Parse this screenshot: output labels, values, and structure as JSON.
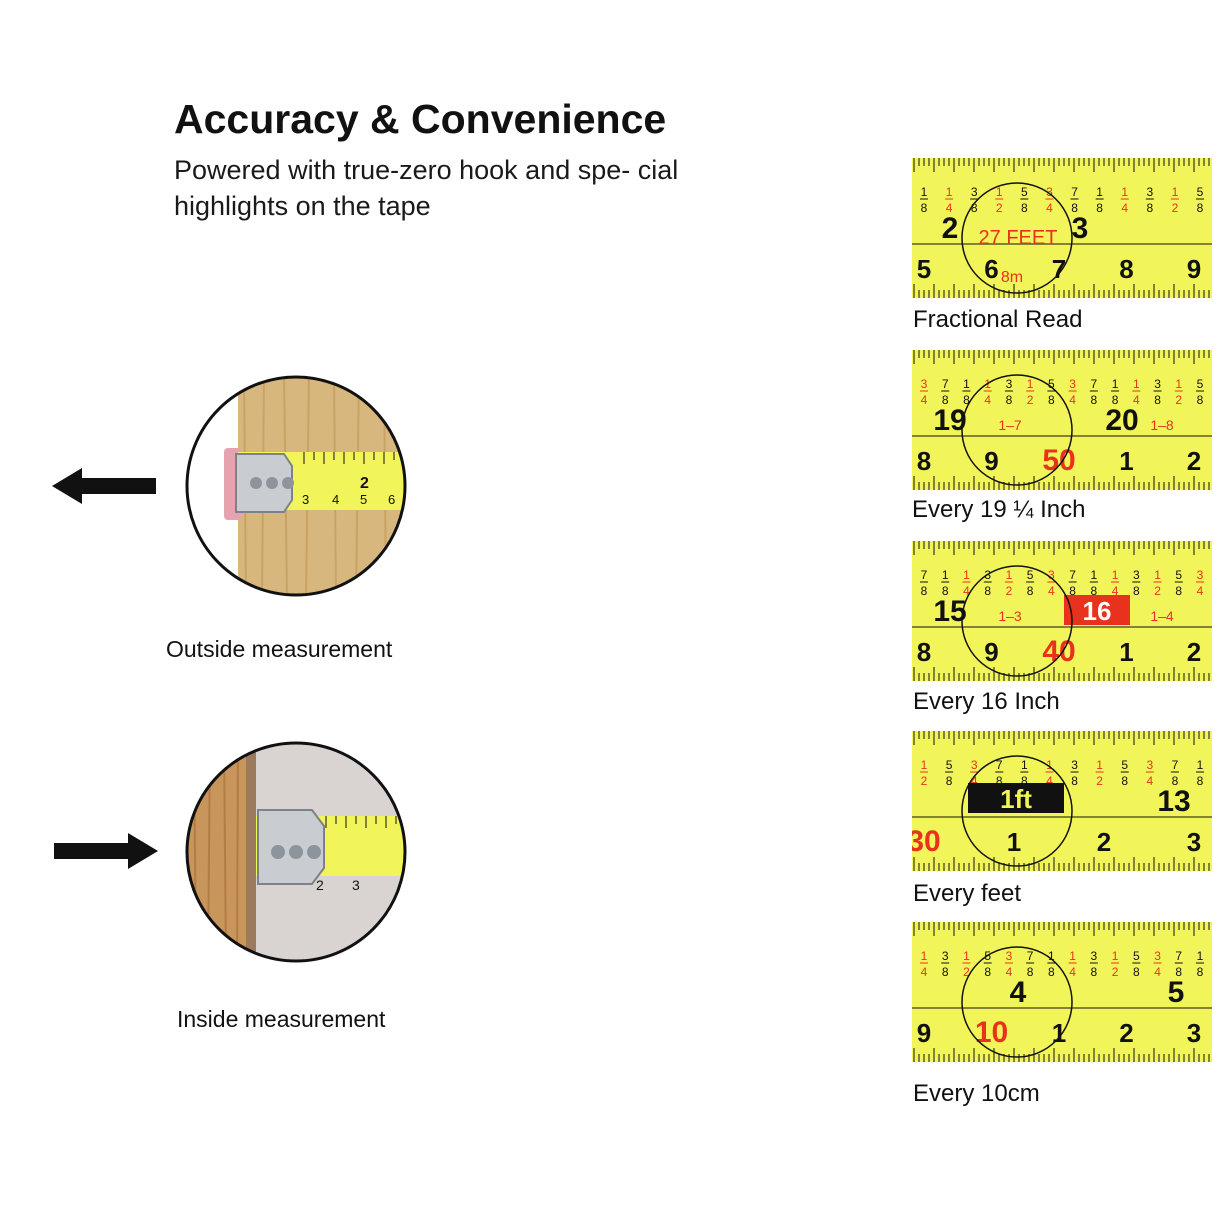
{
  "header": {
    "title": "Accuracy & Convenience",
    "subtitle": "Powered with true-zero hook and spe- cial highlights on the tape"
  },
  "measurements": [
    {
      "caption": "Outside measurement",
      "direction": "left",
      "scene": "wood-panel"
    },
    {
      "caption": "Inside measurement",
      "direction": "right",
      "scene": "inside-corner"
    }
  ],
  "tapes": [
    {
      "caption": "Fractional Read",
      "top_row": [
        "1/8",
        "1/4",
        "3/8",
        "1/2",
        "5/8",
        "3/4",
        "7/8",
        "1/8",
        "1/4",
        "3/8",
        "1/2",
        "5/8"
      ],
      "inches": [
        "2",
        "3"
      ],
      "highlight": "27 FEET",
      "cm": [
        "5",
        "6",
        "7",
        "8",
        "9"
      ],
      "metric_label": "8m"
    },
    {
      "caption": "Every 19 ¼ Inch",
      "top_row": [
        "3/4",
        "7/8",
        "1/8",
        "1/4",
        "3/8",
        "1/2",
        "5/8",
        "3/4",
        "7/8",
        "1/8",
        "1/4",
        "3/8",
        "1/2",
        "5/8"
      ],
      "inches": [
        "19",
        "20"
      ],
      "foot_marks": [
        "1–7",
        "1–8"
      ],
      "cm": [
        "8",
        "9",
        "50",
        "1",
        "2"
      ]
    },
    {
      "caption": "Every 16 Inch",
      "top_row": [
        "7/8",
        "1/8",
        "1/4",
        "3/8",
        "1/2",
        "5/8",
        "3/4",
        "7/8",
        "1/8",
        "1/4",
        "3/8",
        "1/2",
        "5/8",
        "3/4"
      ],
      "inches": [
        "15",
        "16"
      ],
      "foot_marks": [
        "1–3",
        "1–4"
      ],
      "cm": [
        "8",
        "9",
        "40",
        "1",
        "2"
      ]
    },
    {
      "caption": "Every feet",
      "top_row": [
        "1/2",
        "5/8",
        "3/4",
        "7/8",
        "1/8",
        "1/4",
        "3/8",
        "1/2",
        "5/8",
        "3/4",
        "7/8",
        "1/8"
      ],
      "inches": [
        "1ft",
        "13"
      ],
      "cm": [
        "30",
        "1",
        "2",
        "3"
      ]
    },
    {
      "caption": "Every 10cm",
      "top_row": [
        "1/4",
        "3/8",
        "1/2",
        "5/8",
        "3/4",
        "7/8",
        "1/8",
        "1/4",
        "3/8",
        "1/2",
        "5/8",
        "3/4",
        "7/8",
        "1/8"
      ],
      "inches": [
        "4",
        "5"
      ],
      "cm": [
        "9",
        "10",
        "1",
        "2",
        "3"
      ]
    }
  ],
  "colors": {
    "tape_yellow": "#f2f55a",
    "tape_red": "#e8321e",
    "wood": "#d8b77e",
    "arrow": "#111111"
  }
}
